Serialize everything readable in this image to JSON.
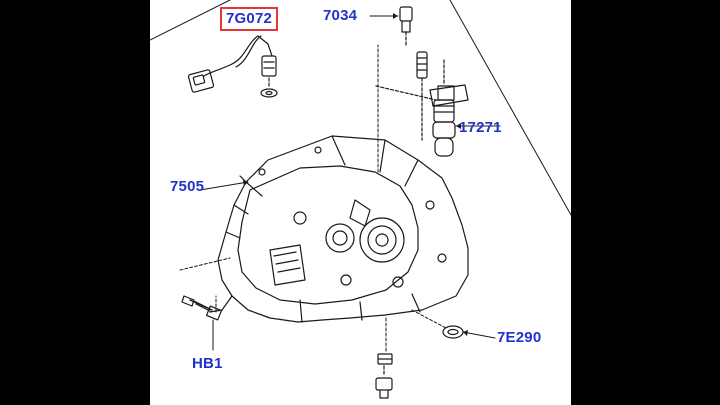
{
  "callouts": {
    "sensor": "7G072",
    "vent": "7034",
    "speedo_driven_gear": "17271",
    "housing": "7505",
    "plug": "7E290",
    "bolt": "HB1"
  },
  "colors": {
    "callout_text": "#2233cc",
    "highlight_box": "#e23a3a",
    "line_art": "#1a1a1a",
    "background_side": "#000000",
    "background_panel": "#ffffff"
  }
}
